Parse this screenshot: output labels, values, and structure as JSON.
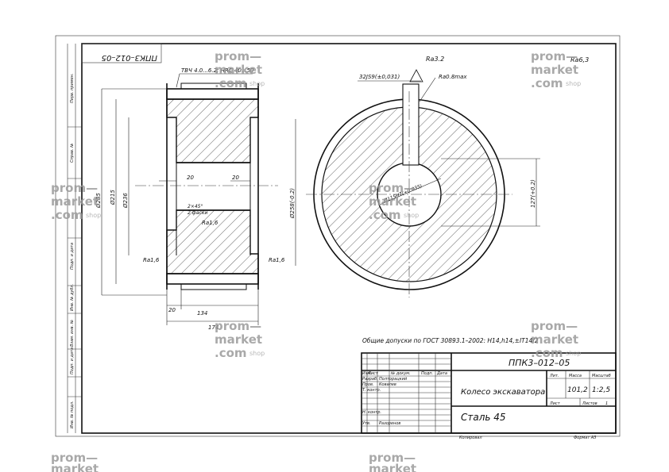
{
  "stamp": {
    "designation": "ППК3–012–05",
    "designation_rotated": "ППК3–012–05",
    "title": "Колесо экскаватора",
    "material": "Сталь 45",
    "mass": "101,2",
    "scale": "1:2,5",
    "sheet_label": "Лист",
    "sheets_label": "Листов",
    "sheets_value": "1",
    "col_lit": "Лит.",
    "col_mass": "Масса",
    "col_scale": "Масштаб",
    "rows": [
      "Изм.",
      "Лист",
      "№ докум.",
      "Подп.",
      "Дата"
    ],
    "role_razrab": "Разраб.",
    "name_razrab": "Полторацкий",
    "role_prov": "Пров.",
    "name_prov": "Ковалев",
    "role_tkontr": "Т. контр.",
    "role_nkontr": "Н. контр.",
    "role_utv": "Утв.",
    "name_utv": "Разоренов",
    "copied": "Копировал",
    "format": "Формат  А3"
  },
  "notes": {
    "tolerances": "Общие допуски по ГОСТ 30893.1–2002: H14,h14,±IT14/2"
  },
  "annotations": {
    "hardness": "ТВЧ 4.0...6.2; HRC 40...50",
    "rough_top": "Ra3.2",
    "keyway": "32JS9(±0,031)",
    "rough_key": "Ra0.8max",
    "rough_general": "Ra6,3",
    "bore_diam": "Ø115H7(+0.035)",
    "chamfer": "2×45°",
    "chamfer2": "2 фаски",
    "rough_1": "Ra1,6",
    "rough_2": "Ra1,6",
    "rough_3": "Ra1,6",
    "dim_20a": "20",
    "dim_20b": "20",
    "dim_20c": "20",
    "dim_134": "134",
    "dim_174": "174",
    "dim_d285": "Ø285",
    "dim_d215": "Ø215",
    "dim_d236": "Ø236",
    "dim_d258": "Ø258(-0.2)",
    "dim_127": "127(+0.2)"
  },
  "side_block": {
    "labels": [
      "Перв. примен.",
      "Справ. №",
      "Подп. и дата",
      "Инв. № дубл.",
      "Взам. инв. №",
      "Подп. и дата",
      "Инв. № подл."
    ]
  },
  "watermark": {
    "line1": "prom—",
    "line2": "market",
    "line3": ".com",
    "shop": "shop"
  }
}
